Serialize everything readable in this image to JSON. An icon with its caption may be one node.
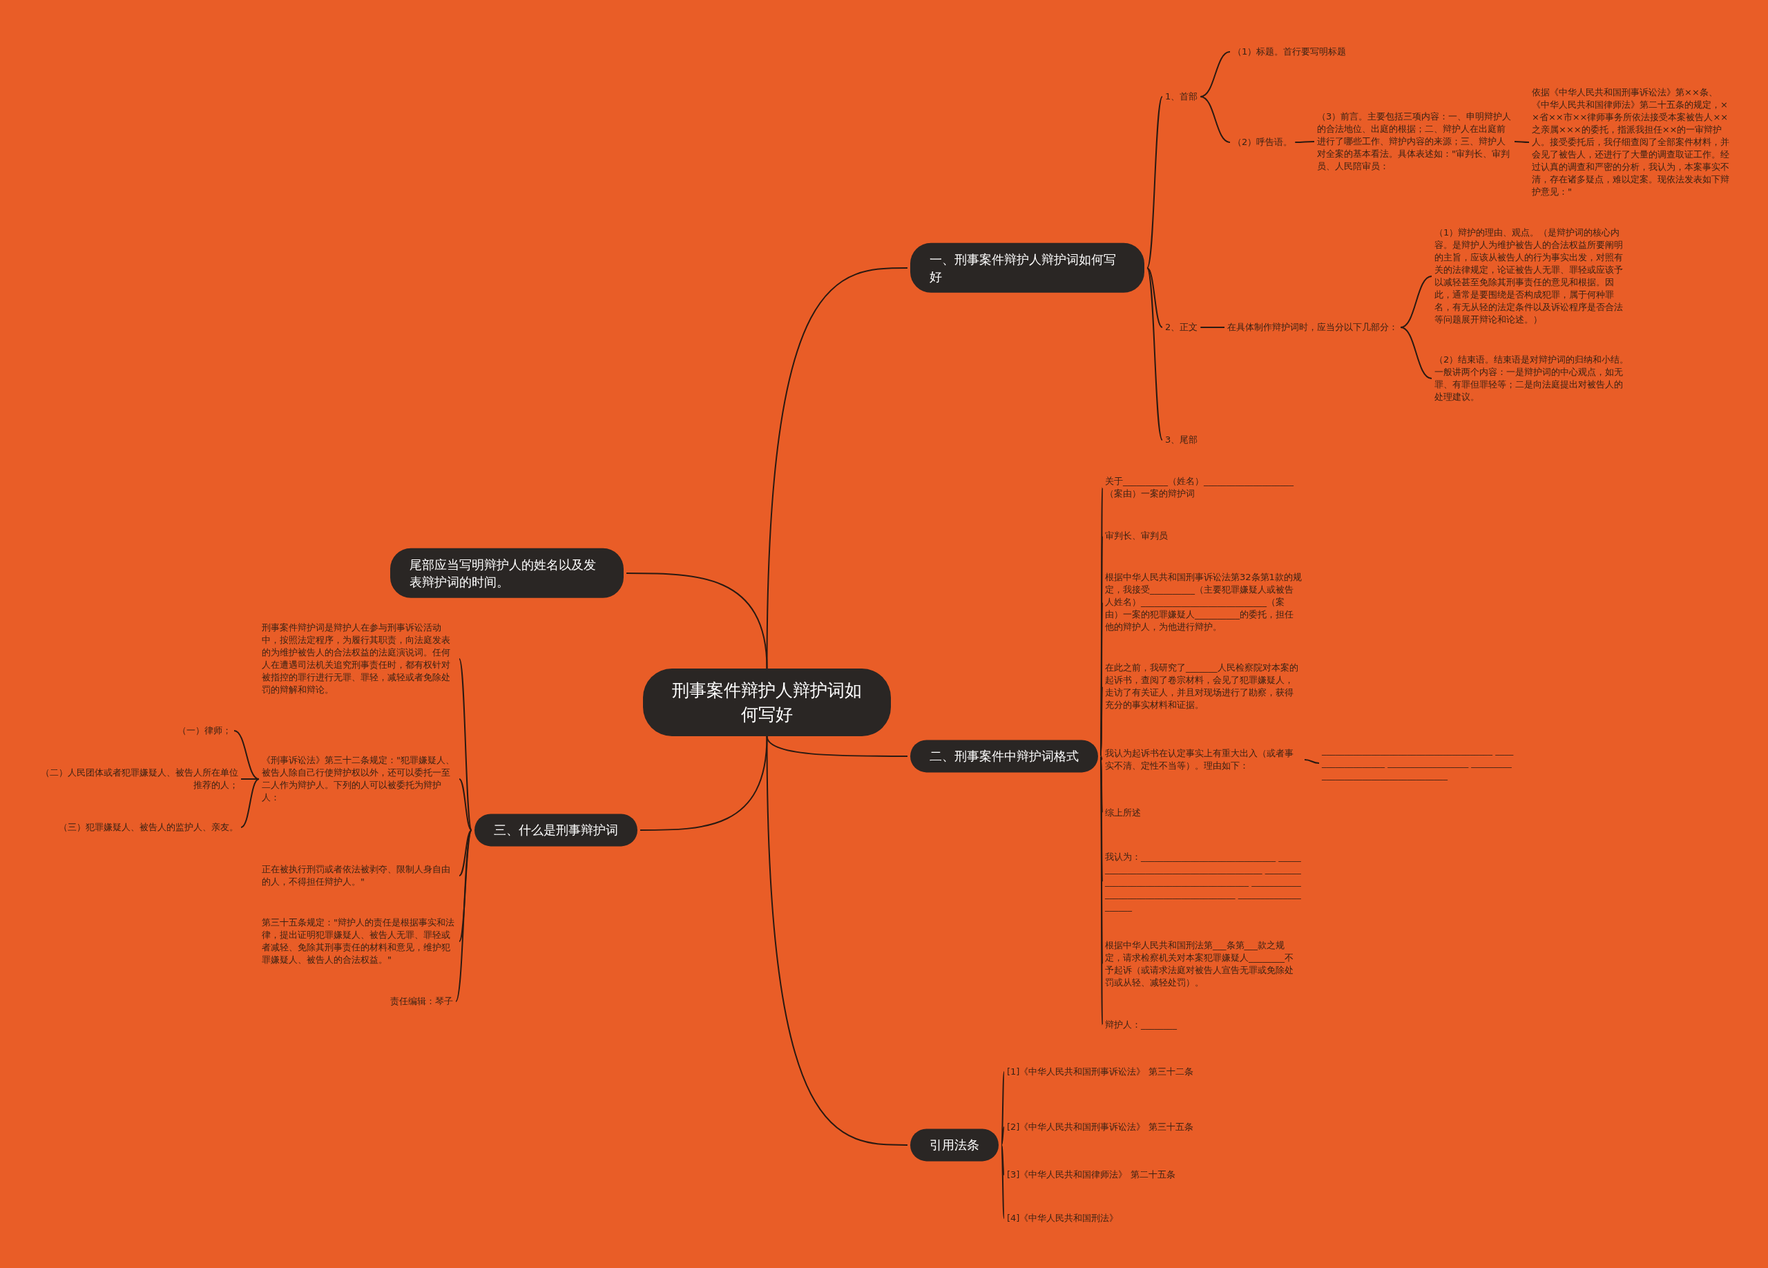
{
  "diagram": {
    "nodes": [
      {
        "text": [
          "刑事案件辩护人辩护词如何写好"
        ]
      },
      {
        "text": [
          "一、刑事案件辩护人辩护词如何写好"
        ]
      },
      {
        "text": [
          "1、首部"
        ]
      },
      {
        "text": [
          "（1）标题。首行要写明标题"
        ]
      },
      {
        "text": [
          "（2）呼告语。"
        ]
      },
      {
        "text": [
          "（3）前言。主要包括三项内容：一、申明辩护人的合法地位、出庭的根据；二、辩护人在出庭前进行了哪些工作、辩护内容的来源；三、辩护人对全案的基本看法。具体表述如：\"审判长、审判员、人民陪审员："
        ]
      },
      {
        "text": [
          "依据《中华人民共和国刑事诉讼法》第××条、《中华人民共和国律师法》第二十五条的规定，××省××市××律师事务所依法接受本案被告人××之亲属×××的委托，指派我担任××的一审辩护人。接受委托后，我仔细查阅了全部案件材料，并会见了被告人，还进行了大量的调查取证工作。经过认真的调查和严密的分析，我认为，本案事实不清，存在诸多疑点，难以定案。现依法发表如下辩护意见：\""
        ]
      },
      {
        "text": [
          "2、正文"
        ]
      },
      {
        "text": [
          "在具体制作辩护词时，应当分以下几部分："
        ]
      },
      {
        "text": [
          "（1）辩护的理由、观点。（是辩护词的核心内容。是辩护人为维护被告人的合法权益所要阐明的主旨，应该从被告人的行为事实出发，对照有关的法律规定，论证被告人无罪、罪轻或应该予以减轻甚至免除其刑事责任的意见和根据。因此，通常是要围绕是否构成犯罪，属于何种罪名，有无从轻的法定条件以及诉讼程序是否合法等问题展开辩论和论述。）"
        ]
      },
      {
        "text": [
          "（2）结束语。结束语是对辩护词的归纳和小结。一般讲两个内容：一是辩护词的中心观点，如无罪、有罪但罪轻等；二是向法庭提出对被告人的处理建议。"
        ]
      },
      {
        "text": [
          "3、尾部"
        ]
      },
      {
        "text": [
          "二、刑事案件中辩护词格式"
        ]
      },
      {
        "text": [
          "关于__________（姓名）____________________（案由）一案的辩护词"
        ]
      },
      {
        "text": [
          "审判长、审判员"
        ]
      },
      {
        "text": [
          "根据中华人民共和国刑事诉讼法第32条第1款的规定，我接受__________（主要犯罪嫌疑人或被告人姓名）____________________________（案由）一案的犯罪嫌疑人__________的委托，担任他的辩护人，为他进行辩护。"
        ]
      },
      {
        "text": [
          "在此之前，我研究了_______人民检察院对本案的起诉书，查阅了卷宗材料，会见了犯罪嫌疑人，走访了有关证人，并且对现场进行了勘察，获得充分的事实材料和证据。"
        ]
      },
      {
        "text": [
          "我认为起诉书在认定事实上有重大出入（或者事实不清、定性不当等）。理由如下："
        ]
      },
      {
        "text": [
          "______________________________________ __________________ __________________ _____________________________________"
        ]
      },
      {
        "text": [
          "综上所述"
        ]
      },
      {
        "text": [
          "我认为：______________________________ ________________________________________ ________________________________________ ________________________________________ ____________________"
        ]
      },
      {
        "text": [
          "根据中华人民共和国刑法第___条第___款之规定，请求检察机关对本案犯罪嫌疑人________不予起诉（或请求法庭对被告人宣告无罪或免除处罚或从轻、减轻处罚）。"
        ]
      },
      {
        "text": [
          "辩护人：________"
        ]
      },
      {
        "text": [
          "引用法条"
        ]
      },
      {
        "text": [
          "[1]《中华人民共和国刑事诉讼法》 第三十二条"
        ]
      },
      {
        "text": [
          "[2]《中华人民共和国刑事诉讼法》 第三十五条"
        ]
      },
      {
        "text": [
          "[3]《中华人民共和国律师法》 第二十五条"
        ]
      },
      {
        "text": [
          "[4]《中华人民共和国刑法》"
        ]
      },
      {
        "text": [
          "尾部应当写明辩护人的姓名以及发表辩护词的时间。"
        ]
      },
      {
        "text": [
          "三、什么是刑事辩护词"
        ]
      },
      {
        "text": [
          "刑事案件辩护词是辩护人在参与刑事诉讼活动中，按照法定程序，为履行其职责，向法庭发表的为维护被告人的合法权益的法庭演说词。任何人在遭遇司法机关追究刑事责任时，都有权针对被指控的罪行进行无罪、罪轻，减轻或者免除处罚的辩解和辩论。"
        ]
      },
      {
        "text": [
          "《刑事诉讼法》第三十二条规定：\"犯罪嫌疑人、被告人除自己行使辩护权以外，还可以委托一至二人作为辩护人。下列的人可以被委托为辩护人："
        ]
      },
      {
        "text": [
          "（一）律师；"
        ]
      },
      {
        "text": [
          "（二）人民团体或者犯罪嫌疑人、被告人所在单位推荐的人；"
        ]
      },
      {
        "text": [
          "（三）犯罪嫌疑人、被告人的监护人、亲友。"
        ]
      },
      {
        "text": [
          "正在被执行刑罚或者依法被剥夺、限制人身自由的人，不得担任辩护人。\""
        ]
      },
      {
        "text": [
          "第三十五条规定：\"辩护人的责任是根据事实和法律，提出证明犯罪嫌疑人、被告人无罪、罪轻或者减轻、免除其刑事责任的材料和意见，维护犯罪嫌疑人、被告人的合法权益。\""
        ]
      },
      {
        "text": [
          "责任编辑：琴子"
        ]
      }
    ],
    "edges": [
      {
        "from": 0,
        "to": 1,
        "arrow": "none"
      },
      {
        "from": 1,
        "to": 2,
        "arrow": "none"
      },
      {
        "from": 2,
        "to": 3,
        "arrow": "none"
      },
      {
        "from": 2,
        "to": 4,
        "arrow": "none"
      },
      {
        "from": 4,
        "to": 5,
        "arrow": "none"
      },
      {
        "from": 5,
        "to": 6,
        "arrow": "none"
      },
      {
        "from": 1,
        "to": 7,
        "arrow": "none"
      },
      {
        "from": 7,
        "to": 8,
        "arrow": "none"
      },
      {
        "from": 8,
        "to": 9,
        "arrow": "none"
      },
      {
        "from": 8,
        "to": 10,
        "arrow": "none"
      },
      {
        "from": 1,
        "to": 11,
        "arrow": "none"
      },
      {
        "from": 0,
        "to": 12,
        "arrow": "none"
      },
      {
        "from": 12,
        "to": 13,
        "arrow": "none"
      },
      {
        "from": 12,
        "to": 14,
        "arrow": "none"
      },
      {
        "from": 12,
        "to": 15,
        "arrow": "none"
      },
      {
        "from": 12,
        "to": 16,
        "arrow": "none"
      },
      {
        "from": 12,
        "to": 17,
        "arrow": "none"
      },
      {
        "from": 17,
        "to": 18,
        "arrow": "none"
      },
      {
        "from": 12,
        "to": 19,
        "arrow": "none"
      },
      {
        "from": 12,
        "to": 20,
        "arrow": "none"
      },
      {
        "from": 12,
        "to": 21,
        "arrow": "none"
      },
      {
        "from": 12,
        "to": 22,
        "arrow": "none"
      },
      {
        "from": 0,
        "to": 23,
        "arrow": "none"
      },
      {
        "from": 23,
        "to": 24,
        "arrow": "none"
      },
      {
        "from": 23,
        "to": 25,
        "arrow": "none"
      },
      {
        "from": 23,
        "to": 26,
        "arrow": "none"
      },
      {
        "from": 23,
        "to": 27,
        "arrow": "none"
      },
      {
        "from": 0,
        "to": 28,
        "arrow": "none"
      },
      {
        "from": 0,
        "to": 29,
        "arrow": "none"
      },
      {
        "from": 29,
        "to": 30,
        "arrow": "none"
      },
      {
        "from": 29,
        "to": 31,
        "arrow": "none"
      },
      {
        "from": 31,
        "to": 32,
        "arrow": "none"
      },
      {
        "from": 31,
        "to": 33,
        "arrow": "none"
      },
      {
        "from": 31,
        "to": 34,
        "arrow": "none"
      },
      {
        "from": 29,
        "to": 35,
        "arrow": "none"
      },
      {
        "from": 29,
        "to": 36,
        "arrow": "none"
      },
      {
        "from": 29,
        "to": 37,
        "arrow": "none"
      }
    ]
  }
}
